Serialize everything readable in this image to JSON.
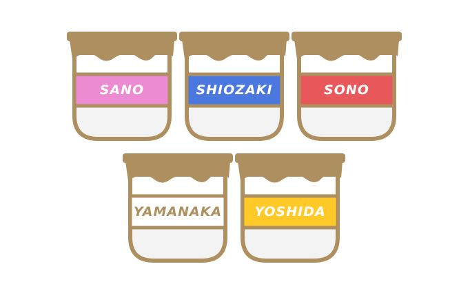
{
  "colors": {
    "lid": "#ae9060",
    "outline": "#ae9060",
    "glass": "#f3f3f3",
    "fill_white": "#ffffff"
  },
  "jars": [
    {
      "name": "SANO",
      "label_color": "#ec8bd1",
      "text_color": "#ffffff"
    },
    {
      "name": "SHIOZAKI",
      "label_color": "#4a78df",
      "text_color": "#ffffff"
    },
    {
      "name": "SONO",
      "label_color": "#e8585a",
      "text_color": "#ffffff"
    },
    {
      "name": "YAMANAKA",
      "label_color": "#ffffff",
      "text_color": "#ae9060"
    },
    {
      "name": "YOSHIDA",
      "label_color": "#ffc928",
      "text_color": "#ffffff"
    }
  ]
}
